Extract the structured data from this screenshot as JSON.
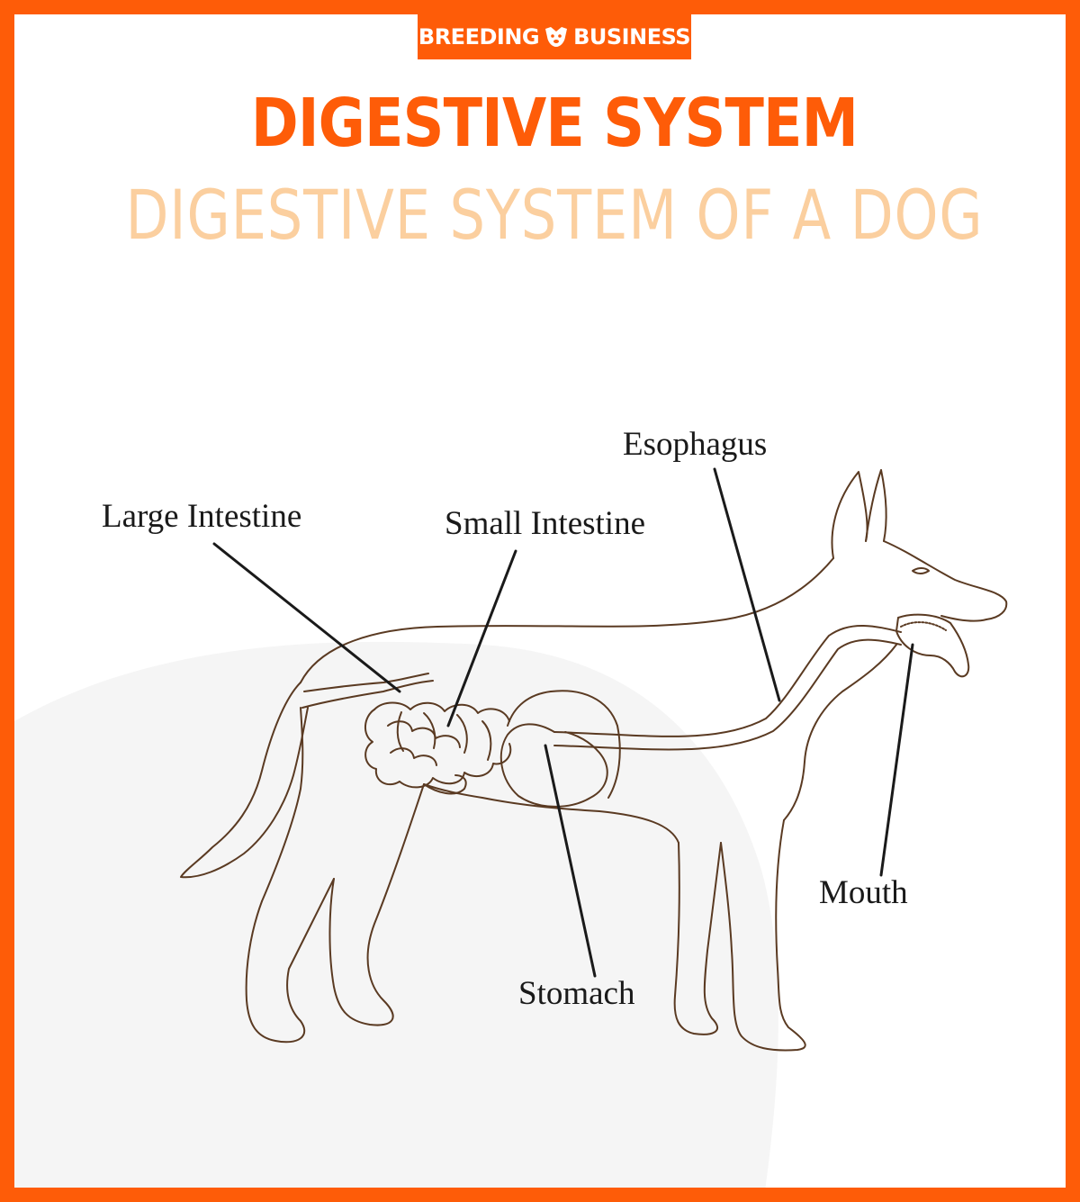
{
  "brand": {
    "left": "BREEDING",
    "right": "BUSINESS",
    "icon": "dog-face-icon"
  },
  "title": "DIGESTIVE SYSTEM",
  "subtitle": "DIGESTIVE SYSTEM OF A DOG",
  "labels": {
    "esophagus": "Esophagus",
    "large_intestine": "Large Intestine",
    "small_intestine": "Small Intestine",
    "mouth": "Mouth",
    "stomach": "Stomach"
  },
  "colors": {
    "accent": "#fe5c08",
    "subtitle": "#fbcf9f",
    "outline": "#5a3a22",
    "leader": "#1a1a1a",
    "background_blob": "#f5f5f5"
  }
}
